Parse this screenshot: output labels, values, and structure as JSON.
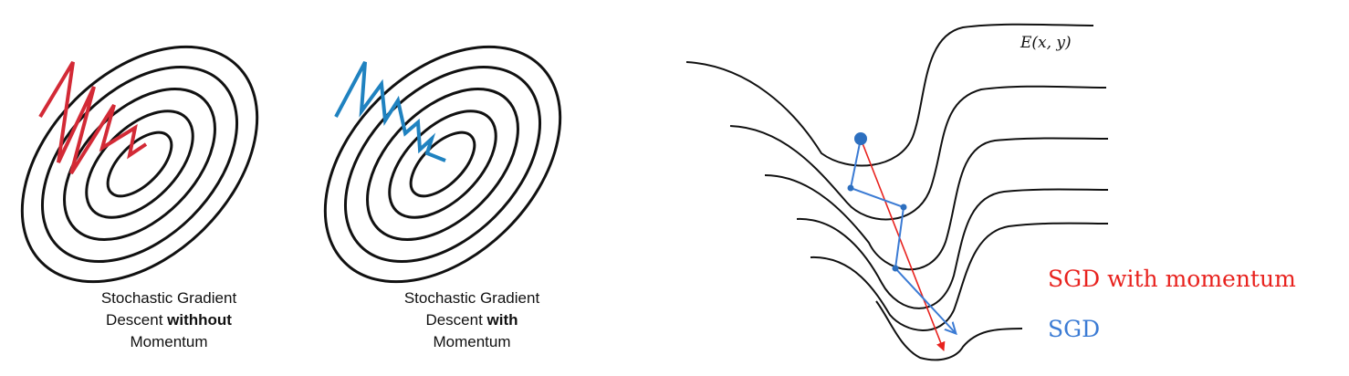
{
  "panels": {
    "without": {
      "caption_line1": "Stochastic Gradient",
      "caption_line2_prefix": "Descent ",
      "caption_line2_bold": "withhout",
      "caption_line3": "Momentum",
      "path_color": "#d32a36"
    },
    "with": {
      "caption_line1": "Stochastic Gradient",
      "caption_line2_prefix": "Descent ",
      "caption_line2_bold": "with",
      "caption_line3": "Momentum",
      "path_color": "#1f82c0"
    },
    "landscape": {
      "function_label": "E(x, y)",
      "legend_momentum": "SGD with momentum",
      "legend_sgd": "SGD",
      "momentum_color": "#e8221e",
      "sgd_color": "#3b7bd4",
      "start_point_color": "#2d6fbf"
    }
  },
  "contour_color": "#111111"
}
